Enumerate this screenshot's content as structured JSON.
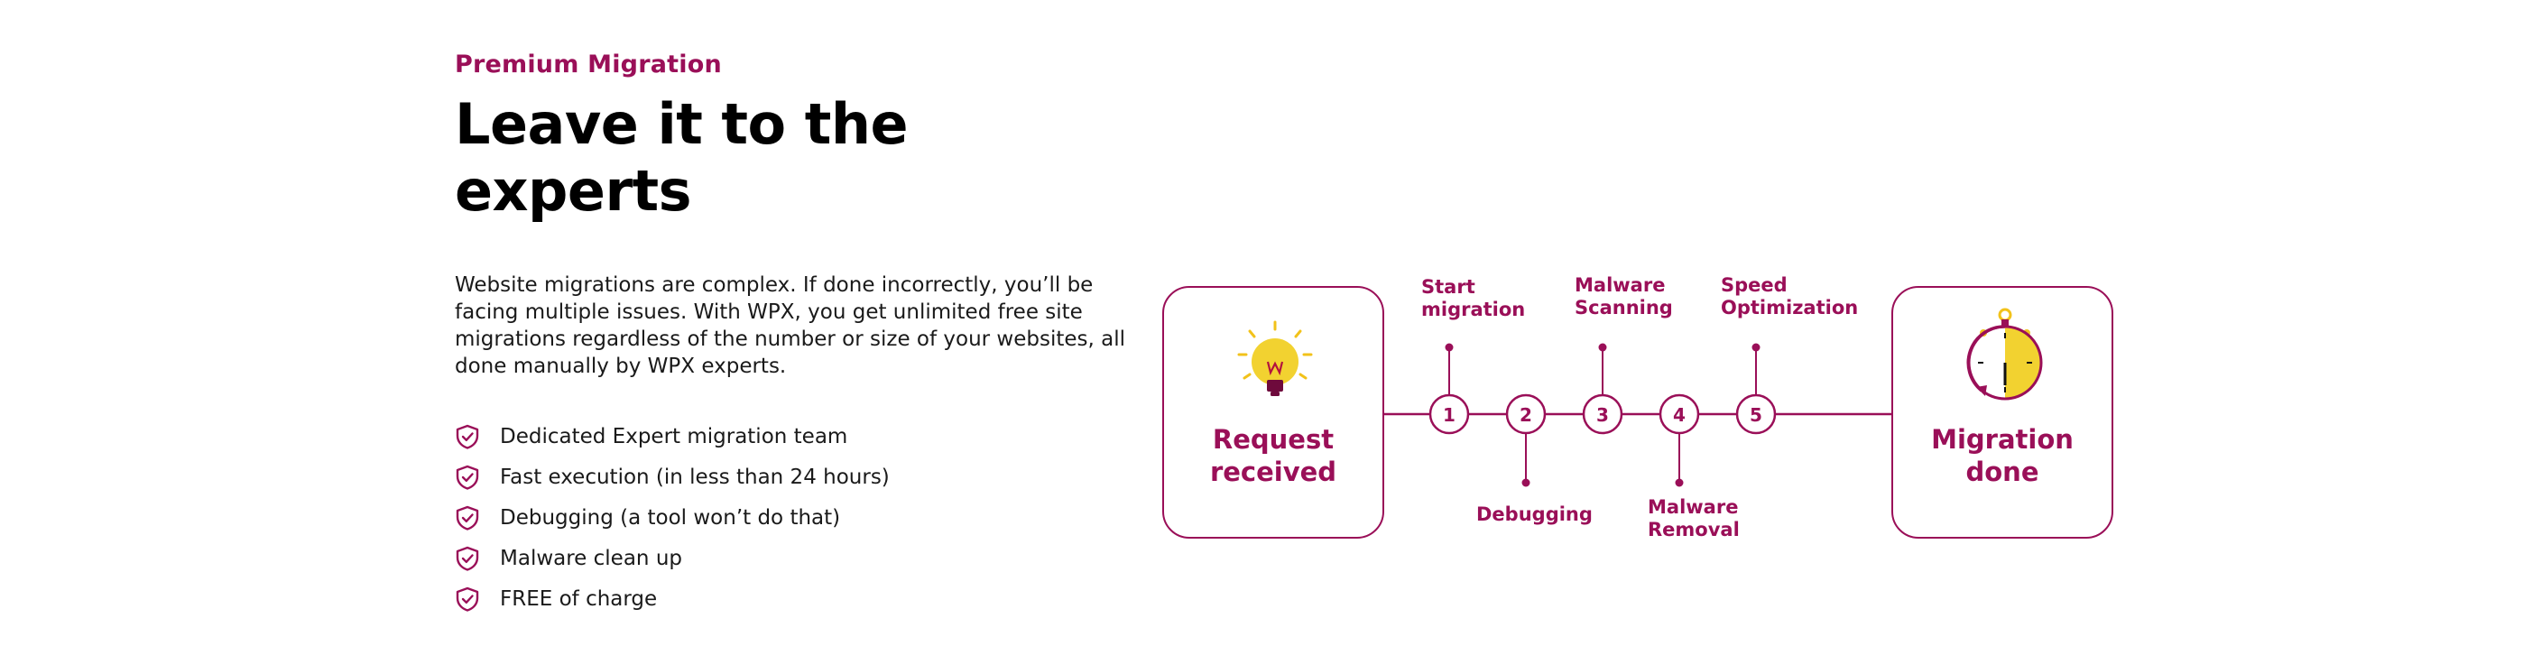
{
  "section": {
    "eyebrow": "Premium Migration",
    "headline": "Leave it to the experts",
    "description": "Website migrations are complex. If done incorrectly, you’ll be facing multiple issues. With WPX, you get unlimited free site migrations regardless of the number or size of your websites, all done manually by WPX experts."
  },
  "features": [
    {
      "label": "Dedicated Expert migration team",
      "icon": "shield-check-icon"
    },
    {
      "label": "Fast execution (in less than 24 hours)",
      "icon": "shield-check-icon"
    },
    {
      "label": "Debugging (a tool won’t do that)",
      "icon": "shield-check-icon"
    },
    {
      "label": "Malware clean up",
      "icon": "shield-check-icon"
    },
    {
      "label": "FREE of charge",
      "icon": "shield-check-icon"
    }
  ],
  "process": {
    "start_card": {
      "line1": "Request",
      "line2": "received",
      "icon": "lightbulb-icon"
    },
    "end_card": {
      "line1": "Migration",
      "line2": "done",
      "icon": "stopwatch-icon"
    },
    "steps": [
      {
        "number": "1",
        "line1": "Start",
        "line2": "migration"
      },
      {
        "number": "2",
        "line1": "Debugging",
        "line2": ""
      },
      {
        "number": "3",
        "line1": "Malware",
        "line2": "Scanning"
      },
      {
        "number": "4",
        "line1": "Malware",
        "line2": "Removal"
      },
      {
        "number": "5",
        "line1": "Speed",
        "line2": "Optimization"
      }
    ]
  },
  "colors": {
    "accent": "#9a0f58",
    "bulb": "#f2d230",
    "text": "#1a1a1a",
    "heading": "#000000"
  }
}
